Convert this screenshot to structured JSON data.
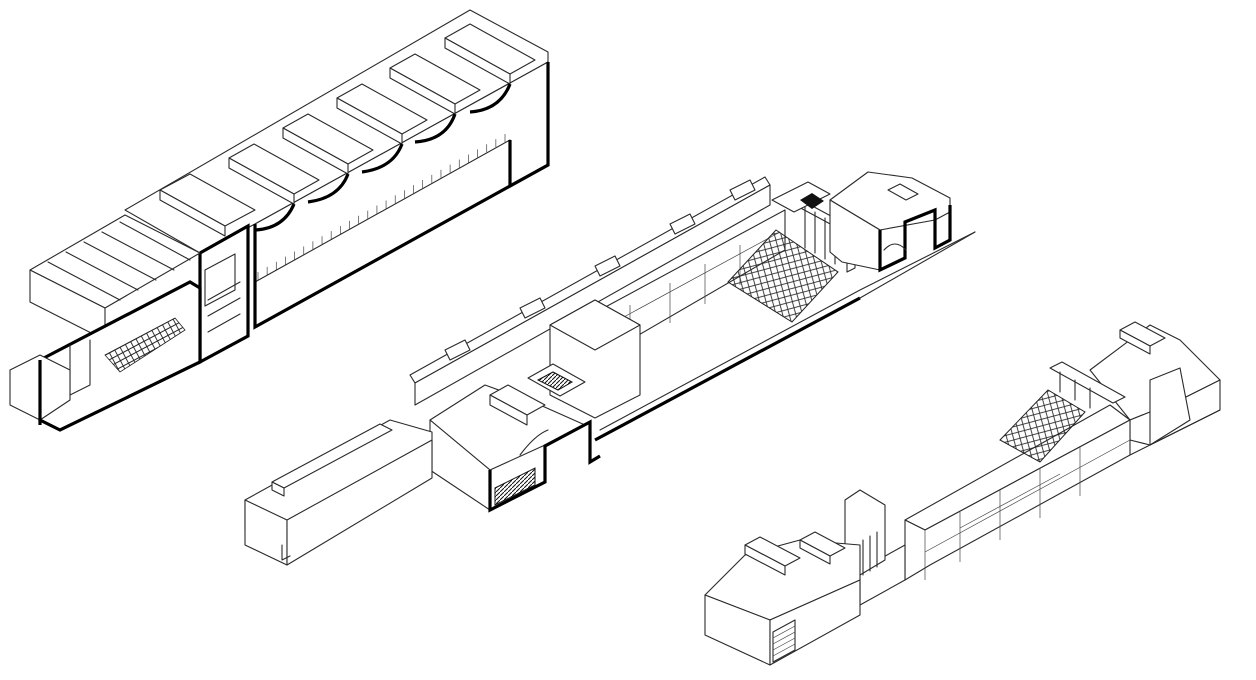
{
  "drawing": {
    "kind": "axonometric-sections",
    "line_color": "#2a2a2a",
    "cut_color": "#000000",
    "background": "#ffffff",
    "views": [
      {
        "id": "view-1",
        "description_label": ""
      },
      {
        "id": "view-2",
        "description_label": ""
      },
      {
        "id": "view-3",
        "description_label": ""
      }
    ]
  }
}
